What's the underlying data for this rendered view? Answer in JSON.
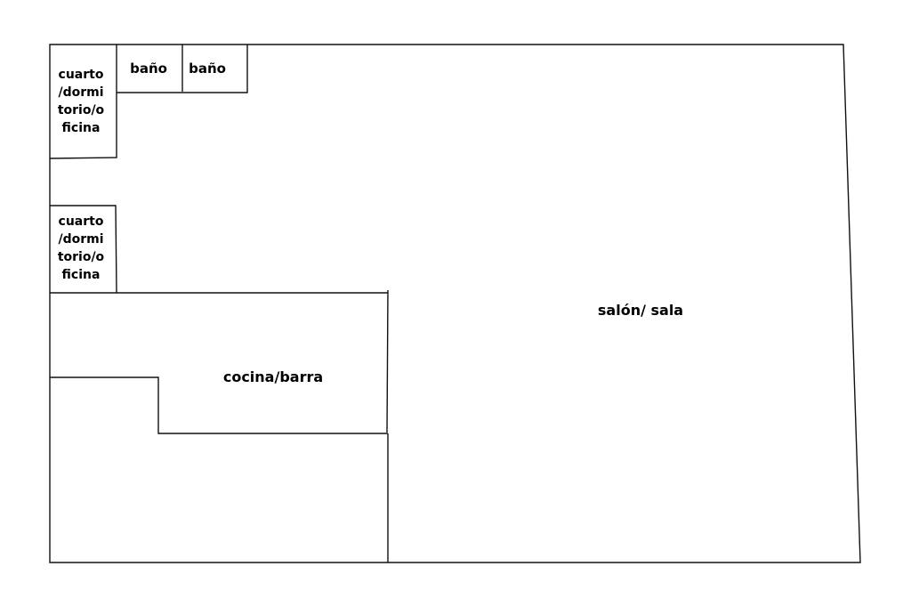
{
  "rooms": {
    "bedroom_1": "cuarto\n/dormi\ntorio/o\nficina",
    "bathroom_1": "baño",
    "bathroom_2": "baño",
    "bedroom_2": "cuarto\n/dormi\ntorio/o\nficina",
    "kitchen": "cocina/barra",
    "living_room": "salón/ sala"
  }
}
